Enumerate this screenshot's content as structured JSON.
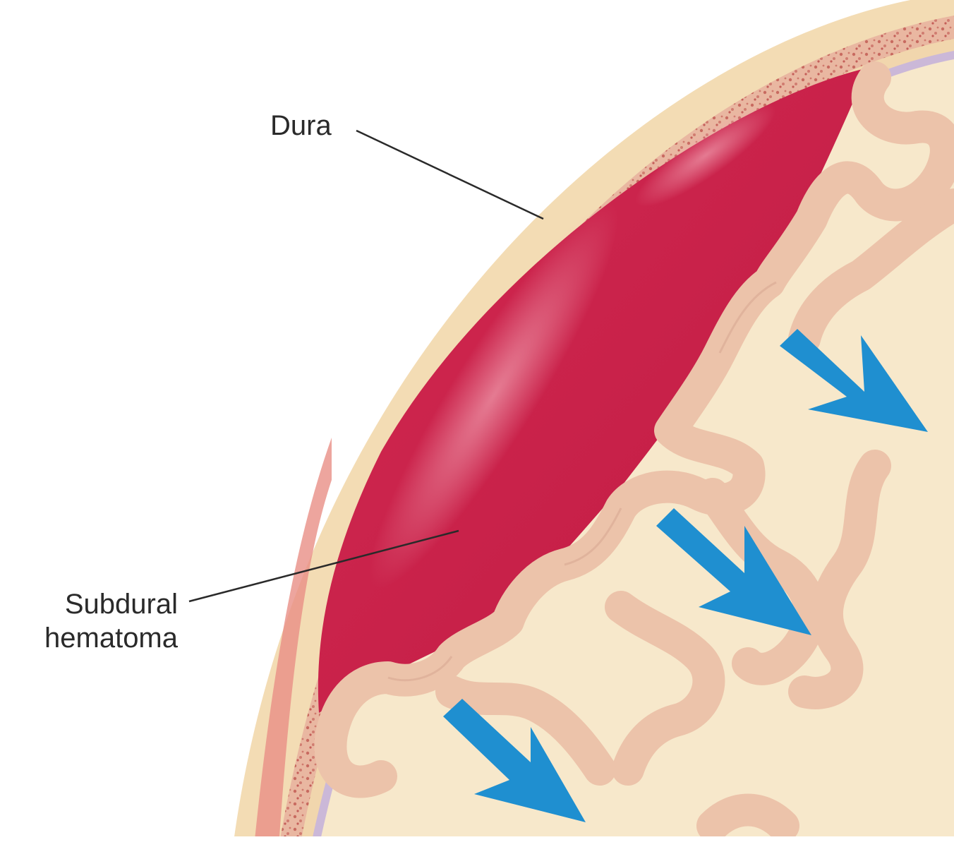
{
  "labels": {
    "dura": "Dura",
    "subdural_line1": "Subdural",
    "subdural_line2": "hematoma"
  },
  "colors": {
    "background": "#ffffff",
    "scalp": "#f2d9b0",
    "skull_bone": "#e8b8a0",
    "bone_speckle": "#c46a62",
    "dura": "#c8b6d6",
    "hematoma": "#cc1f48",
    "hematoma_highlight": "#e06a82",
    "brain_tissue": "#ecc0a8",
    "brain_white": "#f8ebcf",
    "arrow": "#1f8fd0",
    "leader_line": "#2a2a2a"
  },
  "arrows": [
    "compression-arrow",
    "compression-arrow",
    "compression-arrow"
  ]
}
